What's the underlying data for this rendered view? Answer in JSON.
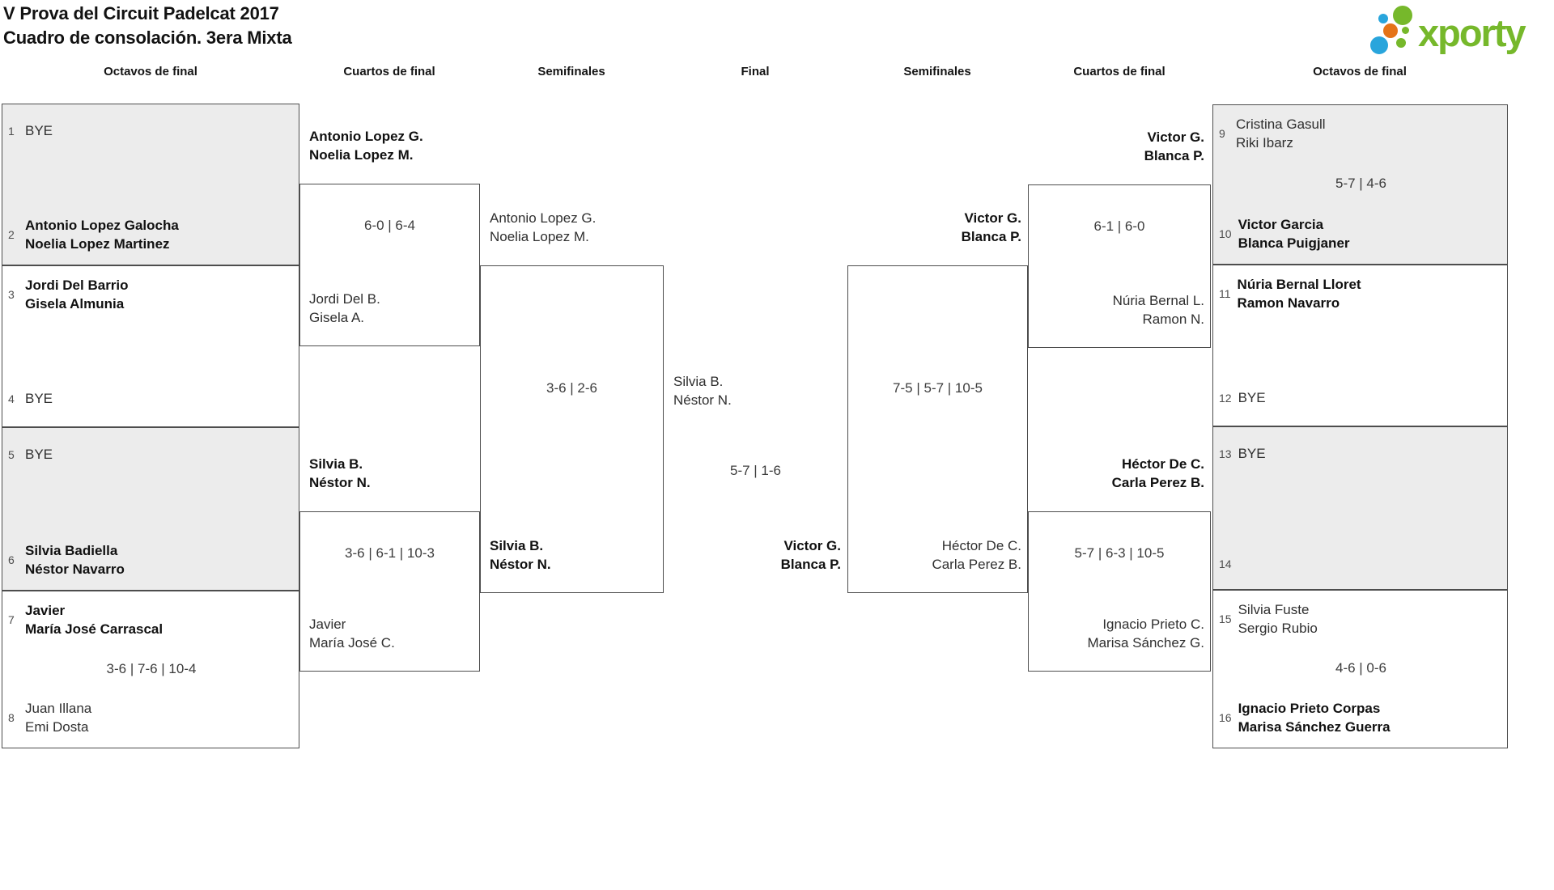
{
  "title": {
    "line1": "V Prova del Circuit Padelcat 2017",
    "line2": "Cuadro de consolación. 3era Mixta"
  },
  "logo": {
    "text": "xporty",
    "green": "#76b82b",
    "orange": "#e57317",
    "blue": "#29a5dc"
  },
  "colors": {
    "box_border": "#4d4d4d",
    "shaded_box_fill": "#ececec",
    "winner_text": "#111111",
    "normal_text": "#2f2f2f",
    "score_text": "#3c3c3c",
    "seed_text": "#4d4d4d"
  },
  "round_headers": [
    {
      "label": "Octavos de final"
    },
    {
      "label": "Cuartos de final"
    },
    {
      "label": "Semifinales"
    },
    {
      "label": "Final"
    },
    {
      "label": "Semifinales"
    },
    {
      "label": "Cuartos de final"
    },
    {
      "label": "Octavos de final"
    }
  ],
  "bracket": {
    "octavos_left": [
      {
        "shaded": true,
        "score": "",
        "top": {
          "seed": "1",
          "name_lines": [
            "BYE"
          ],
          "bold": false
        },
        "bottom": {
          "seed": "2",
          "name_lines": [
            "Antonio Lopez Galocha",
            "Noelia Lopez Martinez"
          ],
          "bold": true
        }
      },
      {
        "shaded": false,
        "score": "",
        "top": {
          "seed": "3",
          "name_lines": [
            "Jordi Del Barrio",
            "Gisela Almunia"
          ],
          "bold": true
        },
        "bottom": {
          "seed": "4",
          "name_lines": [
            "BYE"
          ],
          "bold": false
        }
      },
      {
        "shaded": true,
        "score": "",
        "top": {
          "seed": "5",
          "name_lines": [
            "BYE"
          ],
          "bold": false
        },
        "bottom": {
          "seed": "6",
          "name_lines": [
            "Silvia Badiella",
            "Néstor Navarro"
          ],
          "bold": true
        }
      },
      {
        "shaded": false,
        "score": "3-6 | 7-6 | 10-4",
        "top": {
          "seed": "7",
          "name_lines": [
            "Javier",
            "María José Carrascal"
          ],
          "bold": true
        },
        "bottom": {
          "seed": "8",
          "name_lines": [
            "Juan Illana",
            "Emi Dosta"
          ],
          "bold": false
        }
      }
    ],
    "octavos_right": [
      {
        "shaded": true,
        "score": "5-7 | 4-6",
        "top": {
          "seed": "9",
          "name_lines": [
            "Cristina Gasull",
            "Riki Ibarz"
          ],
          "bold": false
        },
        "bottom": {
          "seed": "10",
          "name_lines": [
            "Victor Garcia",
            "Blanca Puigjaner"
          ],
          "bold": true
        }
      },
      {
        "shaded": false,
        "score": "",
        "top": {
          "seed": "11",
          "name_lines": [
            "Núria Bernal Lloret",
            "Ramon Navarro"
          ],
          "bold": true
        },
        "bottom": {
          "seed": "12",
          "name_lines": [
            "BYE"
          ],
          "bold": false
        }
      },
      {
        "shaded": true,
        "score": "",
        "top": {
          "seed": "13",
          "name_lines": [
            "BYE"
          ],
          "bold": false
        },
        "bottom": {
          "seed": "14",
          "name_lines": [],
          "bold": false
        }
      },
      {
        "shaded": false,
        "score": "4-6 | 0-6",
        "top": {
          "seed": "15",
          "name_lines": [
            "Silvia Fuste",
            "Sergio Rubio"
          ],
          "bold": false
        },
        "bottom": {
          "seed": "16",
          "name_lines": [
            "Ignacio Prieto Corpas",
            "Marisa Sánchez Guerra"
          ],
          "bold": true
        }
      }
    ],
    "quarters_left": [
      {
        "top": {
          "lines": [
            "Antonio Lopez G.",
            "Noelia Lopez M."
          ],
          "bold": true
        },
        "score": "6-0 | 6-4",
        "bottom": {
          "lines": [
            "Jordi Del B.",
            "Gisela A."
          ],
          "bold": false
        }
      },
      {
        "top": {
          "lines": [
            "Silvia B.",
            "Néstor N."
          ],
          "bold": true
        },
        "score": "3-6 | 6-1 | 10-3",
        "bottom": {
          "lines": [
            "Javier",
            "María José C."
          ],
          "bold": false
        }
      }
    ],
    "semifinal_left": {
      "top": {
        "lines": [
          "Antonio Lopez G.",
          "Noelia Lopez M."
        ],
        "bold": false
      },
      "score": "3-6 | 2-6",
      "bottom": {
        "lines": [
          "Silvia B.",
          "Néstor N."
        ],
        "bold": true
      }
    },
    "final": {
      "top": {
        "lines": [
          "Silvia B.",
          "Néstor N."
        ],
        "bold": false
      },
      "score": "5-7 | 1-6",
      "bottom": {
        "lines": [
          "Victor G.",
          "Blanca P."
        ],
        "bold": true
      }
    },
    "semifinal_right": {
      "top": {
        "lines": [
          "Victor G.",
          "Blanca P."
        ],
        "bold": true
      },
      "score": "7-5 | 5-7 | 10-5",
      "bottom": {
        "lines": [
          "Héctor De C.",
          "Carla Perez B."
        ],
        "bold": false
      }
    },
    "quarters_right": [
      {
        "top": {
          "lines": [
            "Victor G.",
            "Blanca P."
          ],
          "bold": true
        },
        "score": "6-1 | 6-0",
        "bottom": {
          "lines": [
            "Núria Bernal L.",
            "Ramon N."
          ],
          "bold": false
        }
      },
      {
        "top": {
          "lines": [
            "Héctor De C.",
            "Carla Perez B."
          ],
          "bold": true
        },
        "score": "5-7 | 6-3 | 10-5",
        "bottom": {
          "lines": [
            "Ignacio Prieto C.",
            "Marisa Sánchez G."
          ],
          "bold": false
        }
      }
    ]
  }
}
